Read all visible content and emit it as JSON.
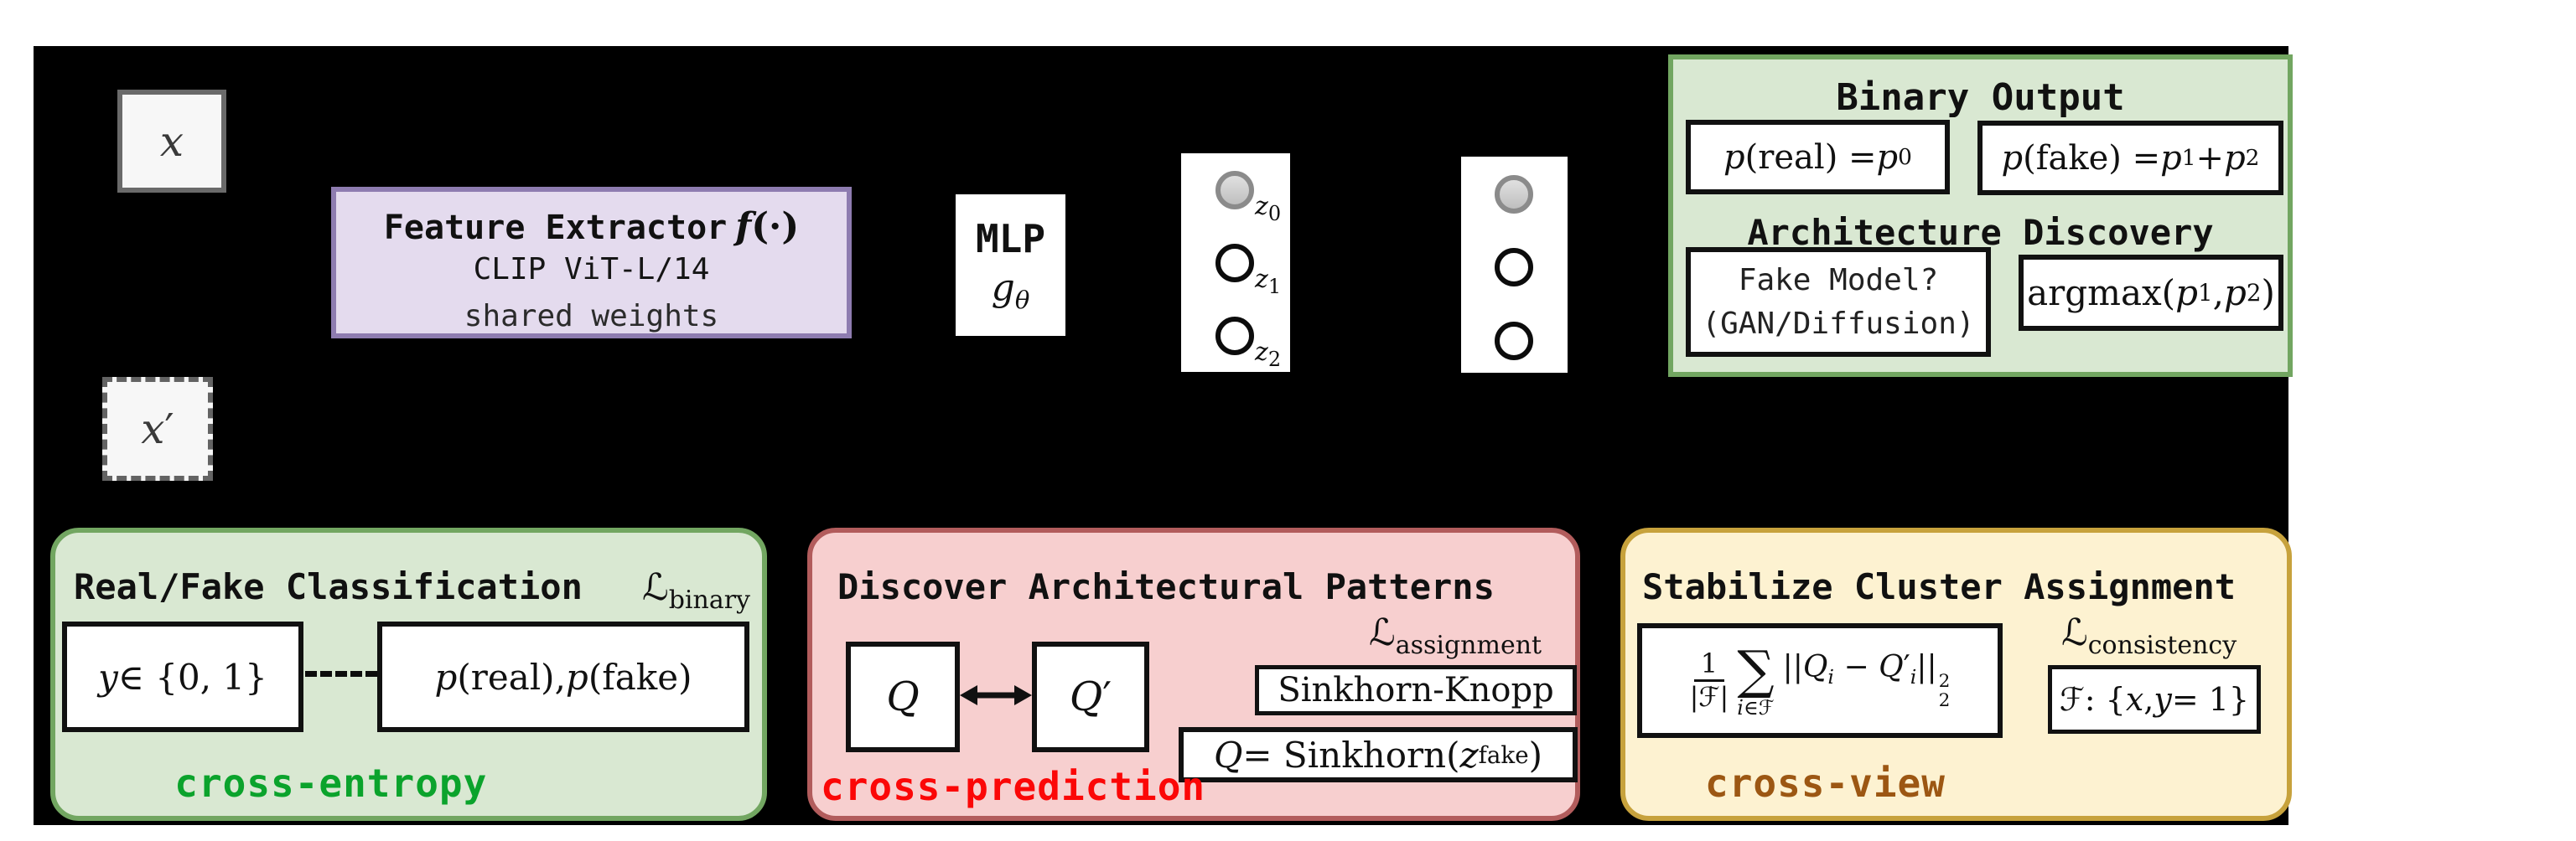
{
  "colors": {
    "canvas_bg": "#000000",
    "page_bg": "#ffffff",
    "purple_fill": "#e4dbee",
    "purple_border": "#8e7cb0",
    "green_fill": "#d9e8d2",
    "green_border": "#72a661",
    "red_fill": "#f7cfcf",
    "red_border": "#b25c5c",
    "yellow_fill": "#fdf2d1",
    "yellow_border": "#c7a23c",
    "tag_green": "#0ba32c",
    "tag_red": "#fb0707",
    "tag_brown": "#9c5713"
  },
  "nodes": {
    "x": {
      "label": [
        {
          "k": "i",
          "t": "x"
        }
      ]
    },
    "x_prime": {
      "label": [
        {
          "k": "i",
          "t": "x"
        },
        {
          "k": "r",
          "t": "′"
        }
      ]
    },
    "feature_extractor": {
      "title": "Feature Extractor",
      "title_math": [
        {
          "k": "i",
          "t": "f"
        },
        {
          "k": "r",
          "t": "(·)"
        }
      ],
      "subtitle": "CLIP ViT-L/14",
      "note": "shared weights"
    },
    "mlp": {
      "title": "MLP",
      "math": [
        {
          "k": "i",
          "t": "g"
        },
        {
          "k": "isub",
          "t": "θ"
        }
      ]
    },
    "z_labels": [
      [
        {
          "k": "i",
          "t": "z"
        },
        {
          "k": "sub",
          "t": "0"
        }
      ],
      [
        {
          "k": "i",
          "t": "z"
        },
        {
          "k": "sub",
          "t": "1"
        }
      ],
      [
        {
          "k": "i",
          "t": "z"
        },
        {
          "k": "sub",
          "t": "2"
        }
      ]
    ]
  },
  "output_panel": {
    "title": "Binary Output",
    "p_real": [
      {
        "k": "i",
        "t": "p"
      },
      {
        "k": "r",
        "t": "(real) = "
      },
      {
        "k": "i",
        "t": "p"
      },
      {
        "k": "sub",
        "t": "0"
      }
    ],
    "p_fake": [
      {
        "k": "i",
        "t": "p"
      },
      {
        "k": "r",
        "t": "(fake) = "
      },
      {
        "k": "i",
        "t": "p"
      },
      {
        "k": "sub",
        "t": "1"
      },
      {
        "k": "r",
        "t": " + "
      },
      {
        "k": "i",
        "t": "p"
      },
      {
        "k": "sub",
        "t": "2"
      }
    ],
    "subtitle": "Architecture Discovery",
    "fake_model_line1": "Fake Model?",
    "fake_model_line2": "(GAN/Diffusion)",
    "argmax": [
      {
        "k": "r",
        "t": "argmax("
      },
      {
        "k": "i",
        "t": "p"
      },
      {
        "k": "sub",
        "t": "1"
      },
      {
        "k": "r",
        "t": ", "
      },
      {
        "k": "i",
        "t": "p"
      },
      {
        "k": "sub",
        "t": "2"
      },
      {
        "k": "r",
        "t": ")"
      }
    ]
  },
  "loss_panels": {
    "classification": {
      "title": "Real/Fake Classification",
      "loss": [
        {
          "k": "scr",
          "t": "ℒ"
        },
        {
          "k": "sub",
          "t": "binary"
        }
      ],
      "label_box": [
        {
          "k": "i",
          "t": "y"
        },
        {
          "k": "r",
          "t": " ∈ {0, 1}"
        }
      ],
      "pred_box": [
        {
          "k": "i",
          "t": "p"
        },
        {
          "k": "r",
          "t": "(real), "
        },
        {
          "k": "i",
          "t": "p"
        },
        {
          "k": "r",
          "t": "(fake)"
        }
      ],
      "tag": "cross-entropy"
    },
    "patterns": {
      "title": "Discover Architectural Patterns",
      "loss": [
        {
          "k": "scr",
          "t": "ℒ"
        },
        {
          "k": "sub",
          "t": "assignment"
        }
      ],
      "q": [
        {
          "k": "i",
          "t": "Q"
        }
      ],
      "q_prime": [
        {
          "k": "i",
          "t": "Q"
        },
        {
          "k": "r",
          "t": "′"
        }
      ],
      "sinkhorn": [
        {
          "k": "r",
          "t": "Sinkhorn-Knopp"
        }
      ],
      "q_eq": [
        {
          "k": "i",
          "t": "Q"
        },
        {
          "k": "r",
          "t": " = Sinkhorn("
        },
        {
          "k": "i",
          "t": "z"
        },
        {
          "k": "sub",
          "t": "fake"
        },
        {
          "k": "r",
          "t": ")"
        }
      ],
      "tag": "cross-prediction"
    },
    "consistency": {
      "title": "Stabilize Cluster Assignment",
      "loss": [
        {
          "k": "scr",
          "t": "ℒ"
        },
        {
          "k": "sub",
          "t": "consistency"
        }
      ],
      "formula": {
        "num": "1",
        "den": [
          {
            "k": "r",
            "t": "|"
          },
          {
            "k": "scr",
            "t": "ℱ"
          },
          {
            "k": "r",
            "t": "|"
          }
        ],
        "sigma": "∑",
        "under": [
          {
            "k": "i",
            "t": "i"
          },
          {
            "k": "r",
            "t": "∈"
          },
          {
            "k": "scr",
            "t": "ℱ"
          }
        ],
        "body": [
          {
            "k": "r",
            "t": "||"
          },
          {
            "k": "i",
            "t": "Q"
          },
          {
            "k": "isub",
            "t": "i"
          },
          {
            "k": "r",
            "t": " − "
          },
          {
            "k": "i",
            "t": "Q"
          },
          {
            "k": "r",
            "t": "′"
          },
          {
            "k": "isub",
            "t": "i"
          },
          {
            "k": "r",
            "t": "||"
          },
          {
            "k": "stack",
            "t": "2,2"
          }
        ]
      },
      "fset": [
        {
          "k": "scr",
          "t": "ℱ"
        },
        {
          "k": "r",
          "t": " : {"
        },
        {
          "k": "i",
          "t": "x"
        },
        {
          "k": "r",
          "t": ", "
        },
        {
          "k": "i",
          "t": "y"
        },
        {
          "k": "r",
          "t": " = 1}"
        }
      ],
      "tag": "cross-view"
    }
  }
}
